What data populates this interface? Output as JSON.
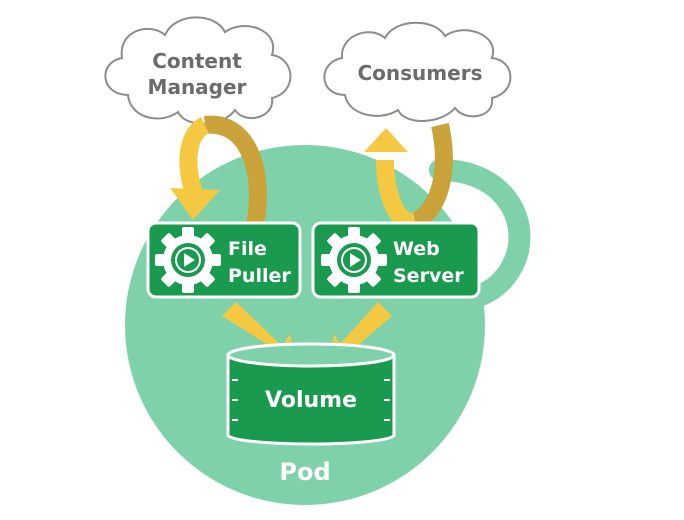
{
  "clouds": {
    "content_manager": {
      "line1": "Content",
      "line2": "Manager"
    },
    "consumers": {
      "label": "Consumers"
    }
  },
  "containers": {
    "file_puller": {
      "line1": "File",
      "line2": "Puller"
    },
    "web_server": {
      "line1": "Web",
      "line2": "Server"
    }
  },
  "volume": {
    "label": "Volume"
  },
  "pod": {
    "label": "Pod"
  },
  "colors": {
    "pod_fill": "#7fd1aa",
    "container_fill": "#1a9a4e",
    "container_border": "#ffffff",
    "arrow_yellow": "#f5c842",
    "arrow_dark": "#c9a23a",
    "cloud_stroke": "#8c8c8c",
    "cloud_text": "#6b6b6b"
  },
  "icons": [
    "gear-play-icon",
    "gear-play-icon"
  ]
}
